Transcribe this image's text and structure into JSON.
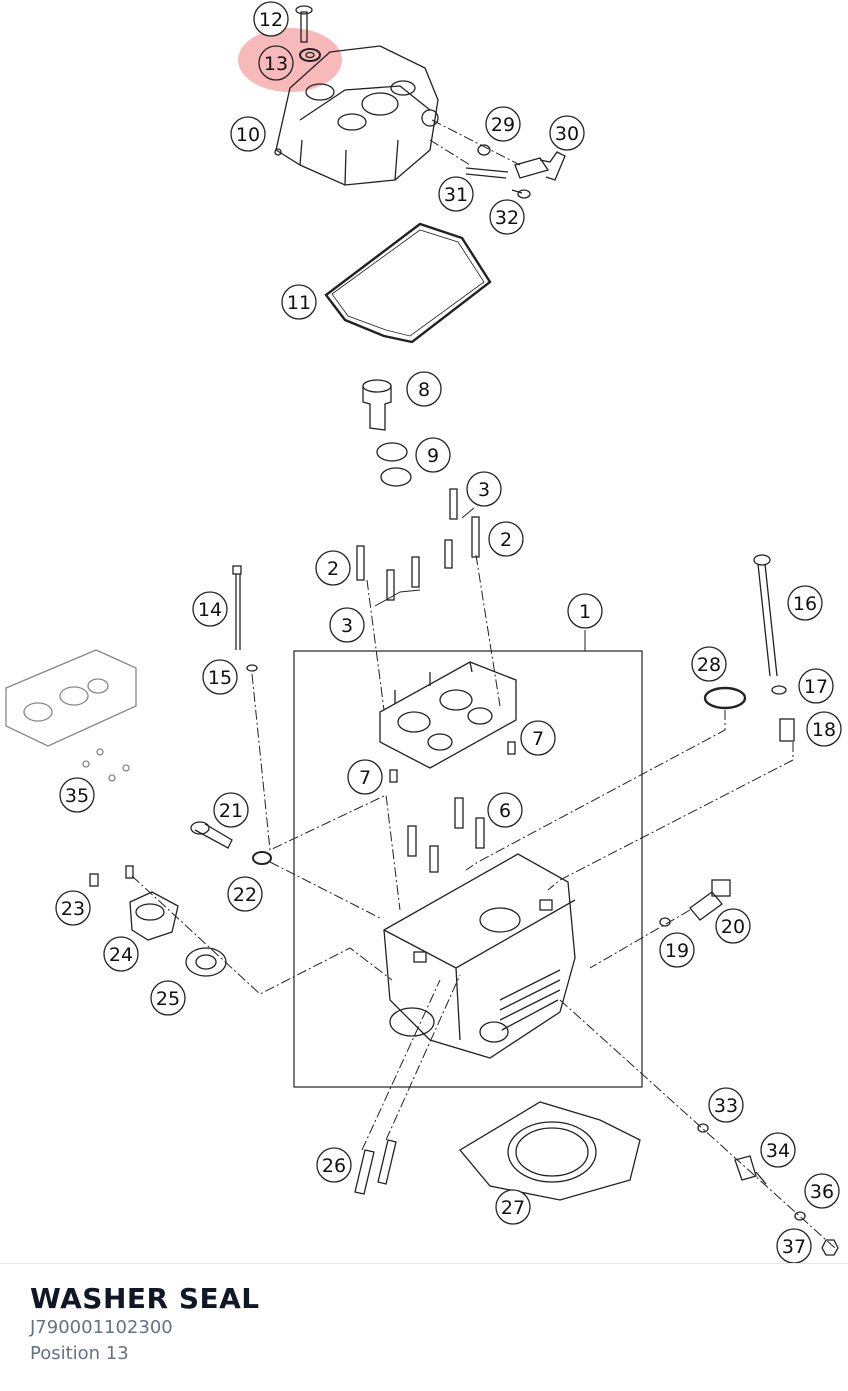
{
  "diagram": {
    "highlight_color": "#f08080",
    "selected_callout": "13",
    "callouts": [
      {
        "id": "c1",
        "label": "1"
      },
      {
        "id": "c2a",
        "label": "2"
      },
      {
        "id": "c2b",
        "label": "2"
      },
      {
        "id": "c3a",
        "label": "3"
      },
      {
        "id": "c3b",
        "label": "3"
      },
      {
        "id": "c6",
        "label": "6"
      },
      {
        "id": "c7a",
        "label": "7"
      },
      {
        "id": "c7b",
        "label": "7"
      },
      {
        "id": "c8",
        "label": "8"
      },
      {
        "id": "c9",
        "label": "9"
      },
      {
        "id": "c10",
        "label": "10"
      },
      {
        "id": "c11",
        "label": "11"
      },
      {
        "id": "c12",
        "label": "12"
      },
      {
        "id": "c13",
        "label": "13"
      },
      {
        "id": "c14",
        "label": "14"
      },
      {
        "id": "c15",
        "label": "15"
      },
      {
        "id": "c16",
        "label": "16"
      },
      {
        "id": "c17",
        "label": "17"
      },
      {
        "id": "c18",
        "label": "18"
      },
      {
        "id": "c19",
        "label": "19"
      },
      {
        "id": "c20",
        "label": "20"
      },
      {
        "id": "c21",
        "label": "21"
      },
      {
        "id": "c22",
        "label": "22"
      },
      {
        "id": "c23",
        "label": "23"
      },
      {
        "id": "c24",
        "label": "24"
      },
      {
        "id": "c25",
        "label": "25"
      },
      {
        "id": "c26",
        "label": "26"
      },
      {
        "id": "c27",
        "label": "27"
      },
      {
        "id": "c28",
        "label": "28"
      },
      {
        "id": "c29",
        "label": "29"
      },
      {
        "id": "c30",
        "label": "30"
      },
      {
        "id": "c31",
        "label": "31"
      },
      {
        "id": "c32",
        "label": "32"
      },
      {
        "id": "c33",
        "label": "33"
      },
      {
        "id": "c34",
        "label": "34"
      },
      {
        "id": "c35",
        "label": "35"
      },
      {
        "id": "c36",
        "label": "36"
      },
      {
        "id": "c37",
        "label": "37"
      }
    ]
  },
  "part": {
    "name": "WASHER SEAL",
    "number": "J790001102300",
    "position": "Position 13"
  }
}
